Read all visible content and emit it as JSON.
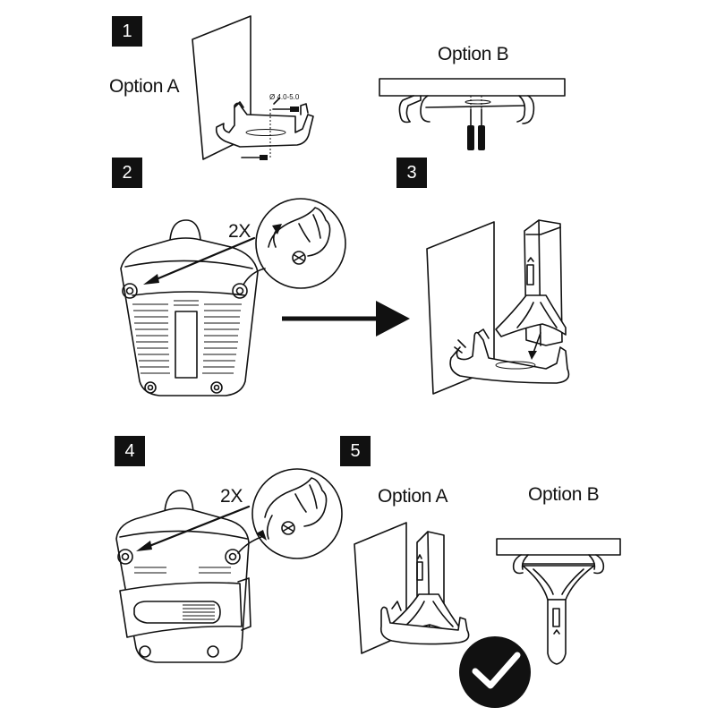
{
  "steps": [
    "1",
    "2",
    "3",
    "4",
    "5"
  ],
  "labels": {
    "option_a_1": "Option A",
    "option_b_1": "Option B",
    "option_a_5": "Option A",
    "option_b_5": "Option B",
    "multiplier_2": "2X",
    "multiplier_4": "2X",
    "screw_diameter": "Ø 4.0-5.0"
  },
  "icons": {
    "completion": "check-mark-icon",
    "direction": "arrow-right-icon"
  }
}
